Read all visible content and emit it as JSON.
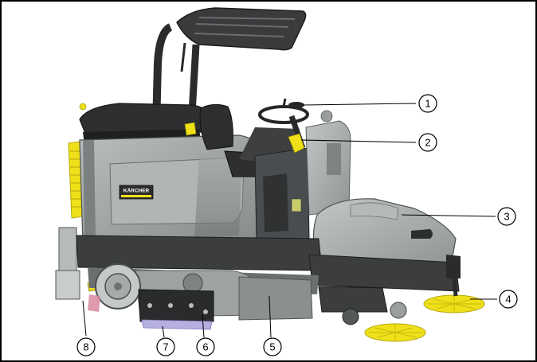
{
  "colors": {
    "body_light": "#a8acac",
    "body_mid": "#8e9393",
    "body_dark": "#5e6262",
    "frame_black": "#2a2b2c",
    "accent_yellow": "#f0e018",
    "brush_yellow": "#efe01a",
    "seat_black": "#2e2e30",
    "pink_trim": "#d88aa0",
    "purple_squeegee": "#b6b0e0"
  },
  "brand_badge": {
    "text": "KÄRCHER"
  },
  "callouts": [
    {
      "number": "1"
    },
    {
      "number": "2"
    },
    {
      "number": "3"
    },
    {
      "number": "4"
    },
    {
      "number": "5"
    },
    {
      "number": "6"
    },
    {
      "number": "7"
    },
    {
      "number": "8"
    }
  ]
}
